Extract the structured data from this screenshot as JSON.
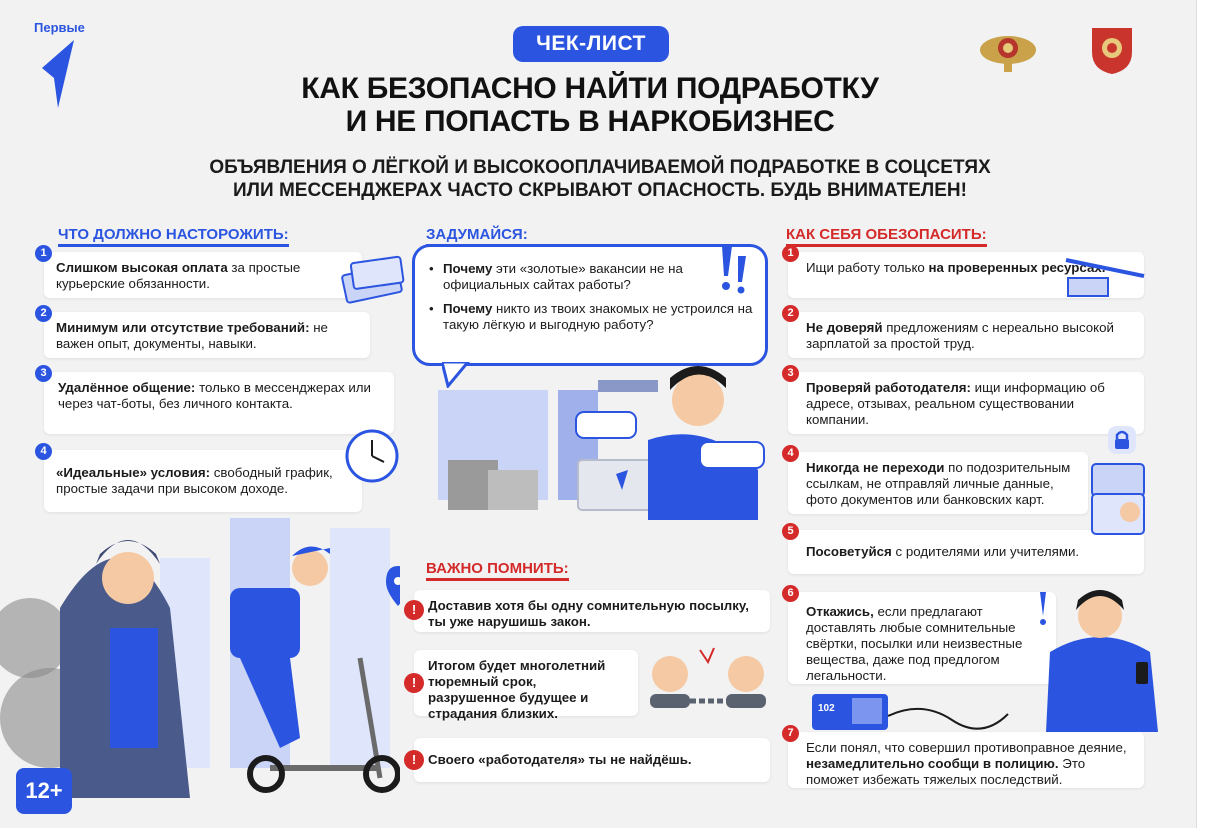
{
  "brand": {
    "name": "Первые"
  },
  "header": {
    "badge": "ЧЕК-ЛИСТ",
    "title_line1": "КАК БЕЗОПАСНО НАЙТИ ПОДРАБОТКУ",
    "title_line2": "И НЕ ПОПАСТЬ В НАРКОБИЗНЕС",
    "subtitle_line1": "ОБЪЯВЛЕНИЯ О ЛЁГКОЙ И ВЫСОКООПЛАЧИВАЕМОЙ ПОДРАБОТКЕ В СОЦСЕТЯХ",
    "subtitle_line2": "ИЛИ МЕССЕНДЖЕРАХ ЧАСТО СКРЫВАЮТ ОПАСНОСТЬ. БУДЬ ВНИМАТЕЛЕН!"
  },
  "left": {
    "heading": "ЧТО ДОЛЖНО НАСТОРОЖИТЬ:",
    "items": [
      {
        "n": "1",
        "bold": "Слишком высокая оплата",
        "text": " за простые курьерские обязанности."
      },
      {
        "n": "2",
        "bold": "Минимум или отсутствие требований:",
        "text": " не важен опыт, документы, навыки."
      },
      {
        "n": "3",
        "bold": "Удалённое общение:",
        "text": " только в мессенджерах или через чат-боты, без личного контакта."
      },
      {
        "n": "4",
        "bold": "«Идеальные» условия:",
        "text": " свободный график, простые задачи при высоком доходе."
      }
    ]
  },
  "middle": {
    "think_heading": "ЗАДУМАЙСЯ:",
    "think_items": [
      {
        "bold": "Почему",
        "text": " эти «золотые» вакансии не на официальных сайтах работы?"
      },
      {
        "bold": "Почему",
        "text": " никто из твоих знакомых не устроился на такую лёгкую и выгодную работу?"
      }
    ],
    "remember_heading": "ВАЖНО ПОМНИТЬ:",
    "remember_items": [
      {
        "text": "Доставив хотя бы одну сомнительную посылку, ты уже нарушишь закон."
      },
      {
        "text": "Итогом будет многолетний тюремный срок, разрушенное будущее и страдания близких."
      },
      {
        "text": "Своего «работодателя» ты не найдёшь."
      }
    ]
  },
  "right": {
    "heading": "КАК СЕБЯ ОБЕЗОПАСИТЬ:",
    "items": [
      {
        "n": "1",
        "pre": "Ищи работу только ",
        "bold": "на проверенных ресурсах.",
        "post": ""
      },
      {
        "n": "2",
        "pre": "",
        "bold": "Не доверяй",
        "post": " предложениям с нереально высокой зарплатой за простой труд."
      },
      {
        "n": "3",
        "pre": "",
        "bold": "Проверяй работодателя:",
        "post": " ищи информацию об адресе, отзывах, реальном существовании компании."
      },
      {
        "n": "4",
        "pre": "",
        "bold": "Никогда не переходи",
        "post": " по подозрительным ссылкам, не отправляй личные данные, фото документов или банковских карт."
      },
      {
        "n": "5",
        "pre": "",
        "bold": "Посоветуйся",
        "post": " с родителями или учителями."
      },
      {
        "n": "6",
        "pre": "",
        "bold": "Откажись,",
        "post": " если предлагают доставлять любые сомнительные свёртки, посылки или неизвестные вещества, даже под предлогом легальности."
      },
      {
        "n": "7",
        "pre": "Если понял, что совершил противоправное деяние, ",
        "bold": "незамедлительно сообщи в полицию.",
        "post": " Это поможет избежать тяжелых последствий."
      }
    ]
  },
  "phone_label": "102",
  "age_rating": "12+",
  "colors": {
    "accent": "#2b55e0",
    "warning": "#d42a2a"
  }
}
